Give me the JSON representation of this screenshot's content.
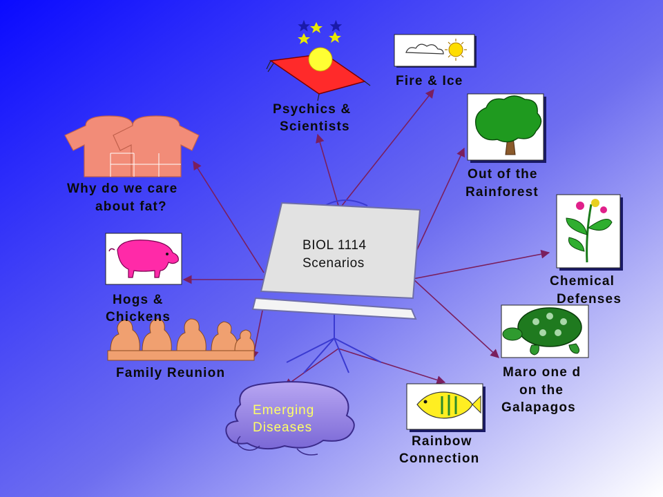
{
  "diagram": {
    "center": {
      "line1": "BIOL 1114",
      "line2": "Scenarios"
    },
    "topics": {
      "psychics": {
        "line1": "Psychics &",
        "line2": "Scientists",
        "icon": "magic-carpet-icon"
      },
      "fire_ice": {
        "line1": "Fire & Ice",
        "icon": "cloud-sun-icon"
      },
      "rainforest": {
        "line1": "Out of the",
        "line2": "Rainforest",
        "icon": "tree-icon"
      },
      "chemical": {
        "line1": "Chemical",
        "line2": "Defenses",
        "icon": "flower-plant-icon"
      },
      "galapagos": {
        "line1": "Maro one d",
        "line2": "on the",
        "line3": "Galapagos",
        "icon": "turtle-icon"
      },
      "rainbow": {
        "line1": "Rainbow",
        "line2": "Connection",
        "icon": "fish-icon"
      },
      "emerging": {
        "line1": "Emerging",
        "line2": "Diseases",
        "icon": "blob-icon"
      },
      "family": {
        "line1": "Family Reunion",
        "icon": "people-silhouettes-icon"
      },
      "hogs": {
        "line1": "Hogs &",
        "line2": "Chickens",
        "icon": "pig-icon"
      },
      "fat": {
        "line1": "Why do we care",
        "line2": "about fat?",
        "icon": "shirts-icon"
      }
    },
    "colors": {
      "arrow": "#7a1f5e",
      "background_dark": "#1010ff",
      "background_light": "#ffffff",
      "emerging_text": "#ffff66"
    }
  }
}
